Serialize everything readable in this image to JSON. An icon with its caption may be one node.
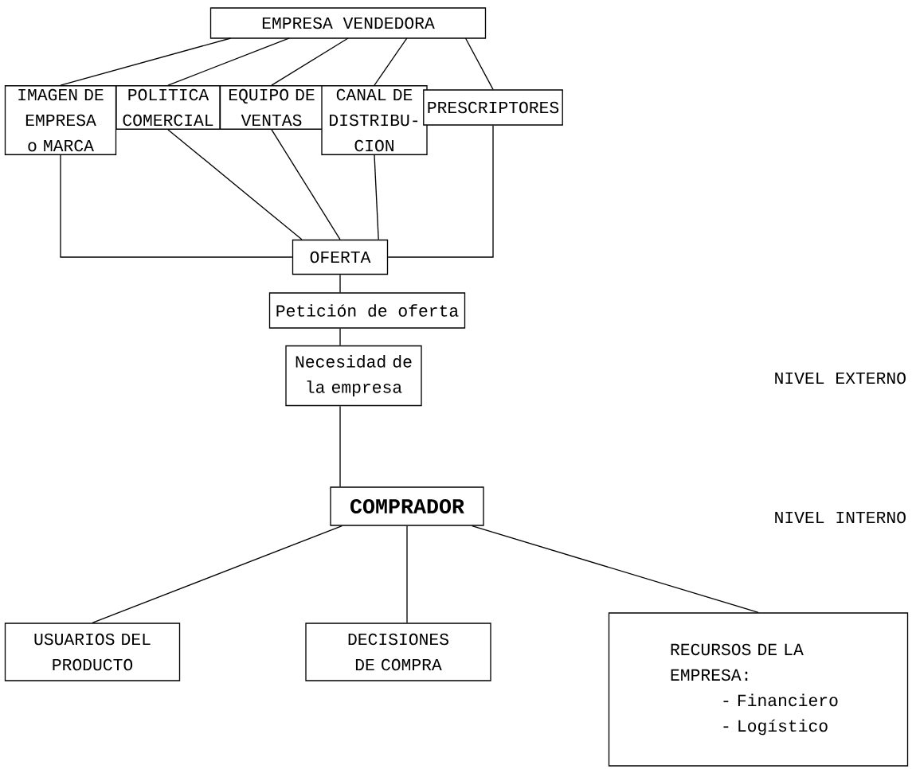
{
  "diagram": {
    "nodes": [
      {
        "text": [
          "EMPRESA VENDEDORA"
        ]
      },
      {
        "text": [
          "IMAGEN DE EMPRESA o MARCA"
        ]
      },
      {
        "text": [
          "POLITICA COMERCIAL"
        ]
      },
      {
        "text": [
          "EQUIPO DE VENTAS"
        ]
      },
      {
        "text": [
          "CANAL DE DISTRIBU- CION"
        ]
      },
      {
        "text": [
          "PRESCRIPTORES"
        ]
      },
      {
        "text": [
          "OFERTA"
        ]
      },
      {
        "text": [
          "Petición de oferta"
        ]
      },
      {
        "text": [
          "Necesidad de la empresa"
        ]
      },
      {
        "text": [
          "COMPRADOR"
        ]
      },
      {
        "text": [
          "USUARIOS DEL PRODUCTO"
        ]
      },
      {
        "text": [
          "DECISIONES DE COMPRA"
        ]
      },
      {
        "text": [
          "RECURSOS DE LA EMPRESA:",
          "- Financiero",
          "- Logístico"
        ]
      }
    ],
    "edges": [
      {
        "from": 0,
        "to": 1,
        "arrow": "none"
      },
      {
        "from": 0,
        "to": 2,
        "arrow": "none"
      },
      {
        "from": 0,
        "to": 3,
        "arrow": "none"
      },
      {
        "from": 0,
        "to": 4,
        "arrow": "none"
      },
      {
        "from": 0,
        "to": 5,
        "arrow": "none"
      },
      {
        "from": 1,
        "to": 6,
        "arrow": "none"
      },
      {
        "from": 2,
        "to": 6,
        "arrow": "none"
      },
      {
        "from": 3,
        "to": 6,
        "arrow": "none"
      },
      {
        "from": 4,
        "to": 6,
        "arrow": "none"
      },
      {
        "from": 5,
        "to": 6,
        "arrow": "none"
      },
      {
        "from": 6,
        "to": 7,
        "arrow": "none"
      },
      {
        "from": 7,
        "to": 8,
        "arrow": "none"
      },
      {
        "from": 8,
        "to": 9,
        "arrow": "none"
      },
      {
        "from": 9,
        "to": 10,
        "arrow": "none"
      },
      {
        "from": 9,
        "to": 11,
        "arrow": "none"
      },
      {
        "from": 9,
        "to": 12,
        "arrow": "none"
      }
    ],
    "labels": [
      "NIVEL EXTERNO",
      "NIVEL INTERNO"
    ]
  }
}
